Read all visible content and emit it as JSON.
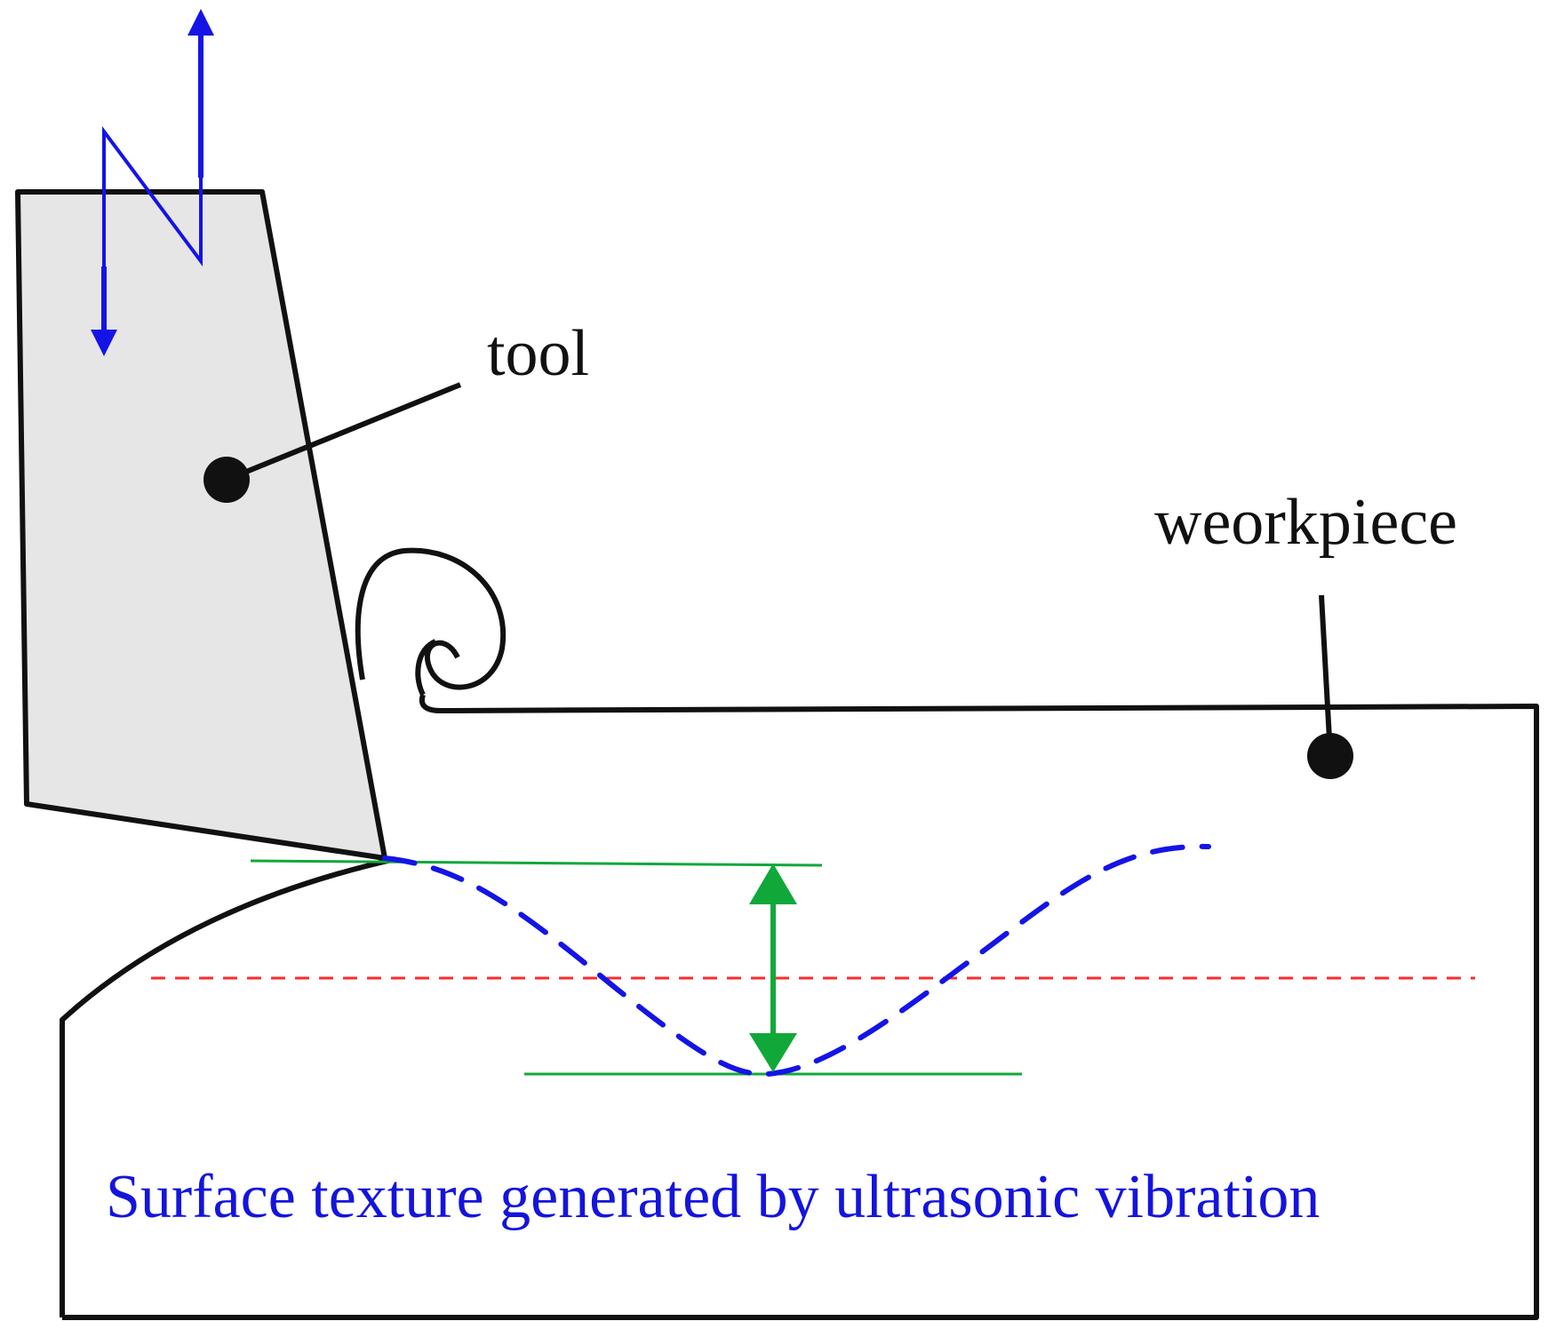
{
  "labels": {
    "tool": "tool",
    "workpiece": "weorkpiece",
    "caption": "Surface texture generated by ultrasonic vibration"
  },
  "colors": {
    "outline": "#111111",
    "tool_fill": "#e6e6e6",
    "vibration": "#1414e6",
    "amplitude": "#11a83a",
    "reference_line": "#ff2b2b",
    "caption": "#1414dd"
  }
}
